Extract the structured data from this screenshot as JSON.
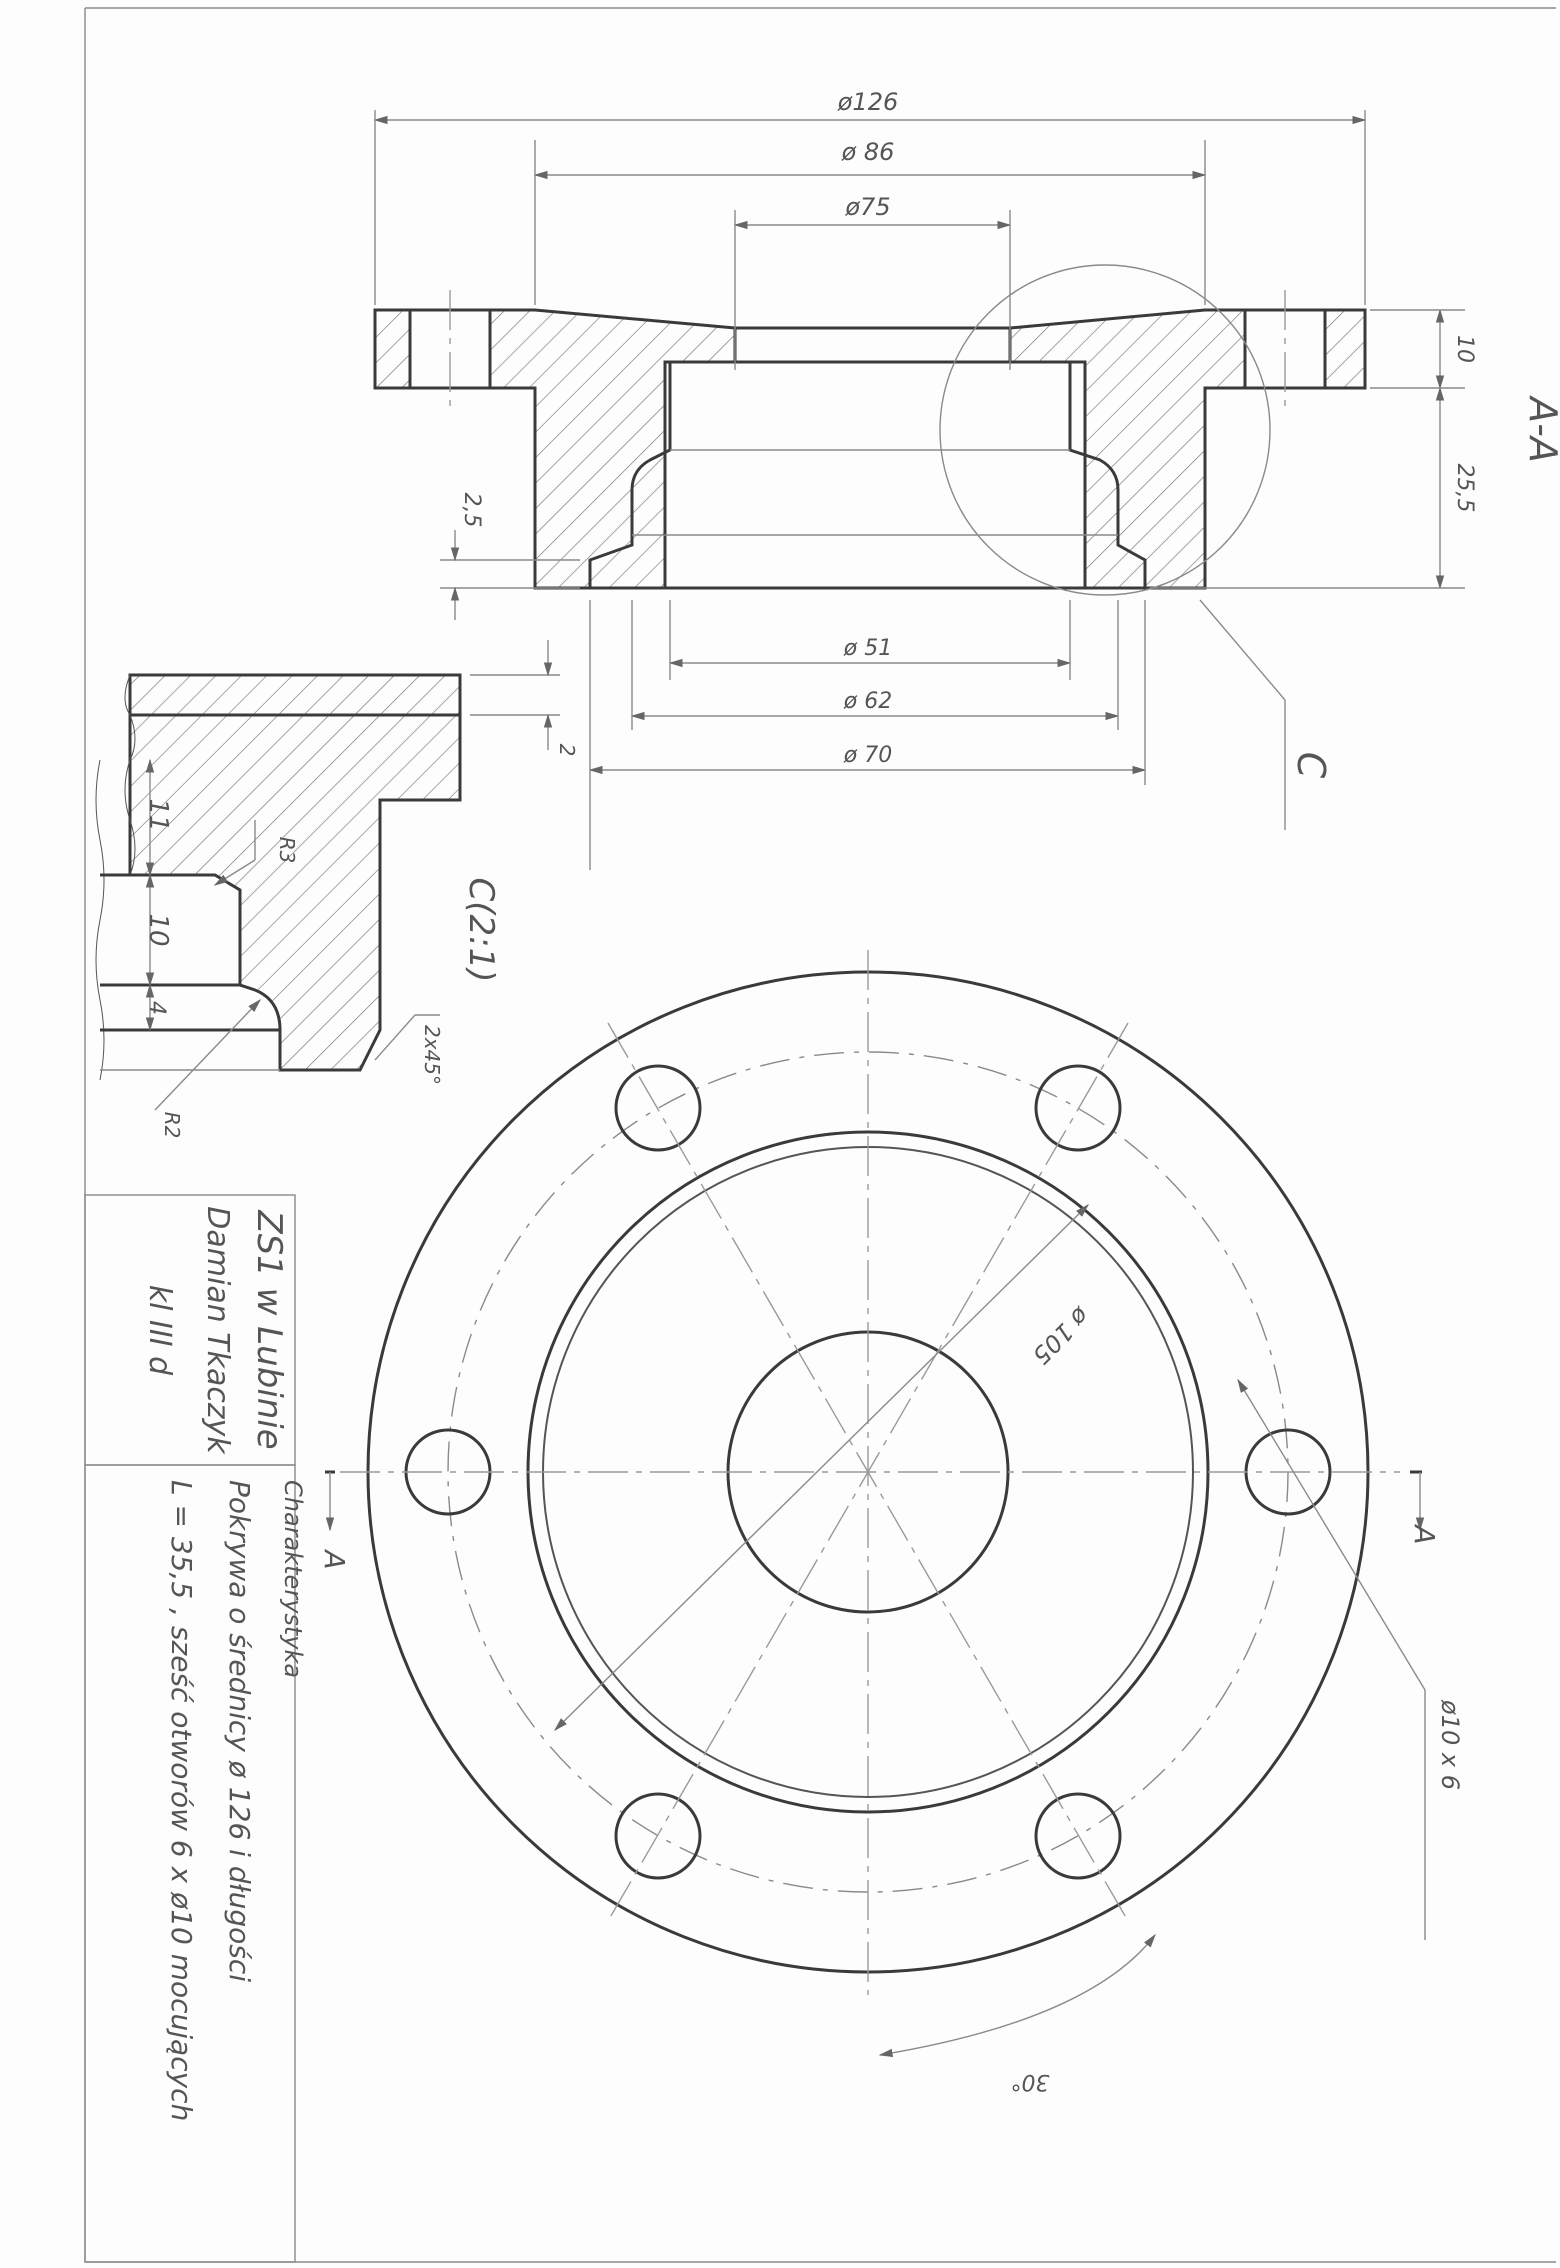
{
  "drawing": {
    "section_label": "A-A",
    "detail_label": "C",
    "detail_title": "C(2:1)",
    "cut_label": "A"
  },
  "dimensions": {
    "d126": "ø126",
    "d86": "ø 86",
    "d75": "ø75",
    "d51": "ø 51",
    "d62": "ø 62",
    "d70": "ø 70",
    "h10": "10",
    "h25_5": "25,5",
    "h2_5": "2,5",
    "h2": "2",
    "c11": "11",
    "c10": "10",
    "c4": "4",
    "r3": "R3",
    "r2": "R2",
    "chamfer": "2x45°",
    "pcd": "ø 105",
    "holes": "ø10 x 6",
    "angle": "30°"
  },
  "title_block": {
    "school": "ZS1 w Lubinie",
    "author": "Damian Tkaczyk",
    "class": "kl III d"
  },
  "description": {
    "heading": "Charakterystyka",
    "line1": "Pokrywa o średnicy ø 126 i długości",
    "line2": "L = 35,5 , sześć otworów 6 x ø10 mocujących"
  }
}
